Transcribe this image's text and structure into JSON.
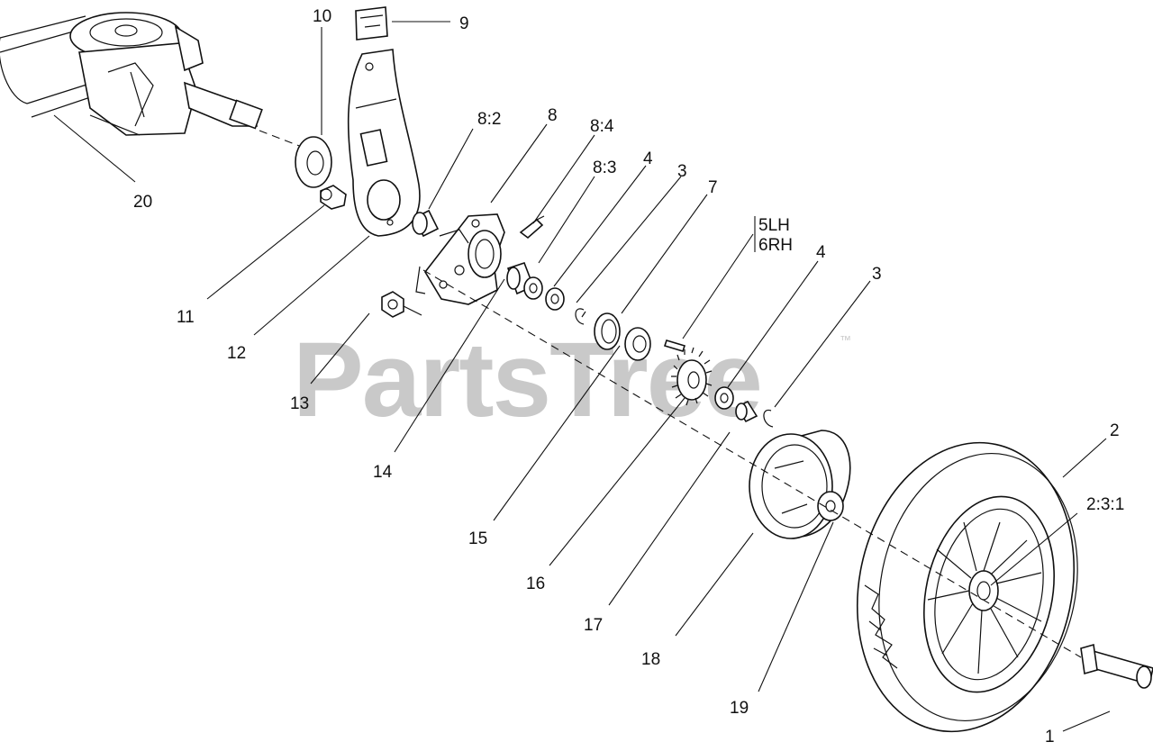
{
  "watermark": {
    "text": "PartsTree",
    "trademark": "™"
  },
  "callouts": {
    "c1": "1",
    "c2": "2",
    "c2_3_1": "2:3:1",
    "c3a": "3",
    "c3b": "3",
    "c4a": "4",
    "c4b": "4",
    "c5lh": "5LH",
    "c6rh": "6RH",
    "c7": "7",
    "c8": "8",
    "c8_2": "8:2",
    "c8_3": "8:3",
    "c8_4": "8:4",
    "c9": "9",
    "c10": "10",
    "c11": "11",
    "c12": "12",
    "c13": "13",
    "c14": "14",
    "c15": "15",
    "c16": "16",
    "c17": "17",
    "c18": "18",
    "c19": "19",
    "c20": "20"
  }
}
